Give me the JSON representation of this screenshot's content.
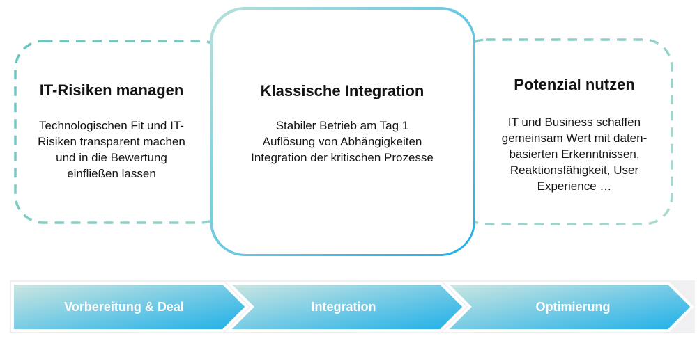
{
  "cards": [
    {
      "title": "IT-Risiken managen",
      "body_lines": [
        "Technologischen Fit und IT-",
        "Risiken transparent machen",
        "und in die Bewertung",
        "einfließen lassen"
      ]
    },
    {
      "title": "Klassische Integration",
      "body_lines": [
        "Stabiler Betrieb am Tag 1",
        "Auflösung von Abhängigkeiten",
        "Integration der kritischen Prozesse"
      ]
    },
    {
      "title": "Potenzial nutzen",
      "body_lines": [
        "IT und Business schaffen",
        "gemeinsam Wert mit daten-",
        "basierten Erkenntnissen,",
        "Reaktionsfähigkeit, User",
        "Experience …"
      ]
    }
  ],
  "timeline": {
    "phases": [
      "Vorbereitung & Deal",
      "Integration",
      "Optimierung"
    ]
  },
  "colors": {
    "dash-start": "#68c5bf",
    "dash-end": "#97d2cb",
    "dash2-start": "#7fcbc4",
    "dash2-end": "#abd9d2",
    "border-grad-start": "#b7e1da",
    "border-grad-end": "#1fb0ea",
    "arrow-grad-start": "#cfe7e1",
    "arrow-grad-end": "#1cafe9",
    "banner-bg": "#f0f0f3",
    "text": "#141414",
    "phase-text": "#ffffff"
  }
}
